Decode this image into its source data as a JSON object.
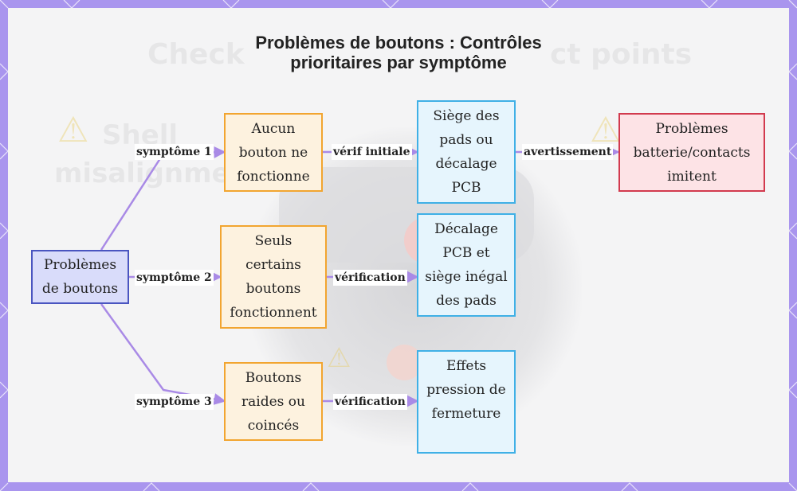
{
  "title": {
    "line1": "Problèmes de boutons : Contrôles",
    "line2": "prioritaires par symptôme"
  },
  "background": {
    "ghost_heading": "Check",
    "ghost_heading_right": "ct points",
    "ghost_left_line1": "Shell",
    "ghost_left_line2": "misalignme"
  },
  "nodes": {
    "root": {
      "lines": [
        "Problèmes",
        "de boutons"
      ]
    },
    "s1": {
      "lines": [
        "Aucun",
        "bouton ne",
        "fonctionne"
      ]
    },
    "s2": {
      "lines": [
        "Seuls",
        "certains",
        "boutons",
        "fonctionnent"
      ]
    },
    "s3": {
      "lines": [
        "Boutons",
        "raides ou",
        "coincés"
      ]
    },
    "c1": {
      "lines": [
        "Siège des",
        "pads ou",
        "décalage",
        "PCB"
      ]
    },
    "c2": {
      "lines": [
        "Décalage",
        "PCB et",
        "siège inégal",
        "des pads"
      ]
    },
    "c3": {
      "lines": [
        "Effets",
        "pression de",
        "fermeture"
      ]
    },
    "w1": {
      "lines": [
        "Problèmes",
        "batterie/contacts",
        "imitent"
      ]
    }
  },
  "edge_labels": {
    "e1": "symptôme 1",
    "e2": "symptôme 2",
    "e3": "symptôme 3",
    "e4": "vérif initiale",
    "e5": "vérification",
    "e6": "vérification",
    "e7": "avertissement"
  },
  "colors": {
    "frame": "#a995ee",
    "edge": "#a98ae6",
    "root_fill": "#d9dcfa",
    "root_border": "#4a55c0",
    "symptom_fill": "#fdf2df",
    "symptom_border": "#f2a530",
    "check_fill": "#e6f5fd",
    "check_border": "#3fb0e6",
    "warning_fill": "#fde3e6",
    "warning_border": "#d23a4e"
  }
}
